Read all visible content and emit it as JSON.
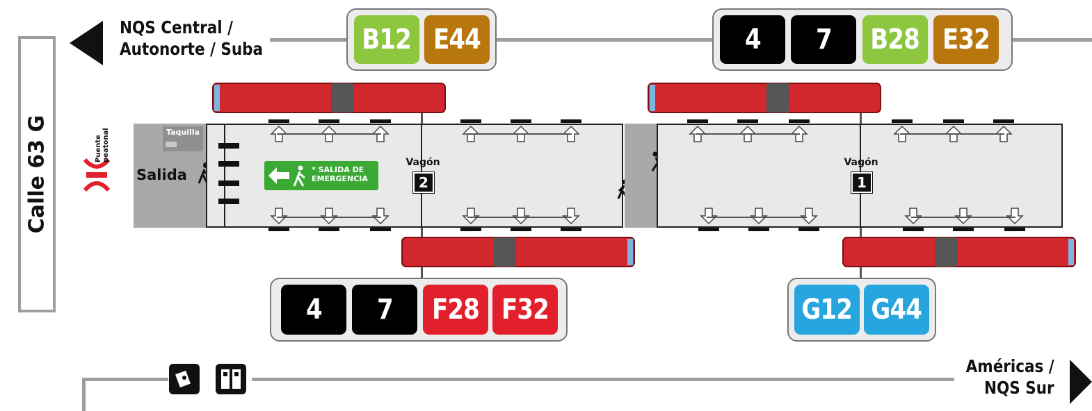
{
  "street": {
    "label": "Calle 63 G"
  },
  "directions": {
    "north": {
      "line1": "NQS Central /",
      "line2": "Autonorte / Suba"
    },
    "south": {
      "line1": "Américas /",
      "line2": "NQS Sur"
    }
  },
  "station": {
    "bridge_label_1": "Puente",
    "bridge_label_2": "peatonal",
    "ticket_office": "Taquilla",
    "exit_label": "Salida",
    "emergency_exit_1": "* SALIDA DE",
    "emergency_exit_2": "EMERGENCIA"
  },
  "wagons": [
    {
      "label": "Vagón",
      "number": "2"
    },
    {
      "label": "Vagón",
      "number": "1"
    }
  ],
  "routes": {
    "wagon2_north": [
      {
        "code": "B12",
        "color": "#8dc63f"
      },
      {
        "code": "E44",
        "color": "#b8770e"
      }
    ],
    "wagon1_north": [
      {
        "code": "4",
        "color": "#000000"
      },
      {
        "code": "7",
        "color": "#000000"
      },
      {
        "code": "B28",
        "color": "#8dc63f"
      },
      {
        "code": "E32",
        "color": "#b8770e"
      }
    ],
    "wagon2_south": [
      {
        "code": "4",
        "color": "#000000"
      },
      {
        "code": "7",
        "color": "#000000"
      },
      {
        "code": "F28",
        "color": "#e2202c"
      },
      {
        "code": "F32",
        "color": "#e2202c"
      }
    ],
    "wagon1_south": [
      {
        "code": "G12",
        "color": "#27a5df"
      },
      {
        "code": "G44",
        "color": "#27a5df"
      }
    ]
  },
  "colors": {
    "bus_red": "#d3272e",
    "emergency_green": "#3aaa35",
    "bridge_red": "#e2202c",
    "line_gray": "#9d9d9d"
  },
  "icons": [
    "arrow-left-icon",
    "arrow-right-icon",
    "pedestrian-icon",
    "pedestrian-bridge-icon",
    "card-recharge-icon",
    "ticket-machine-icon",
    "door-arrow-icon"
  ]
}
